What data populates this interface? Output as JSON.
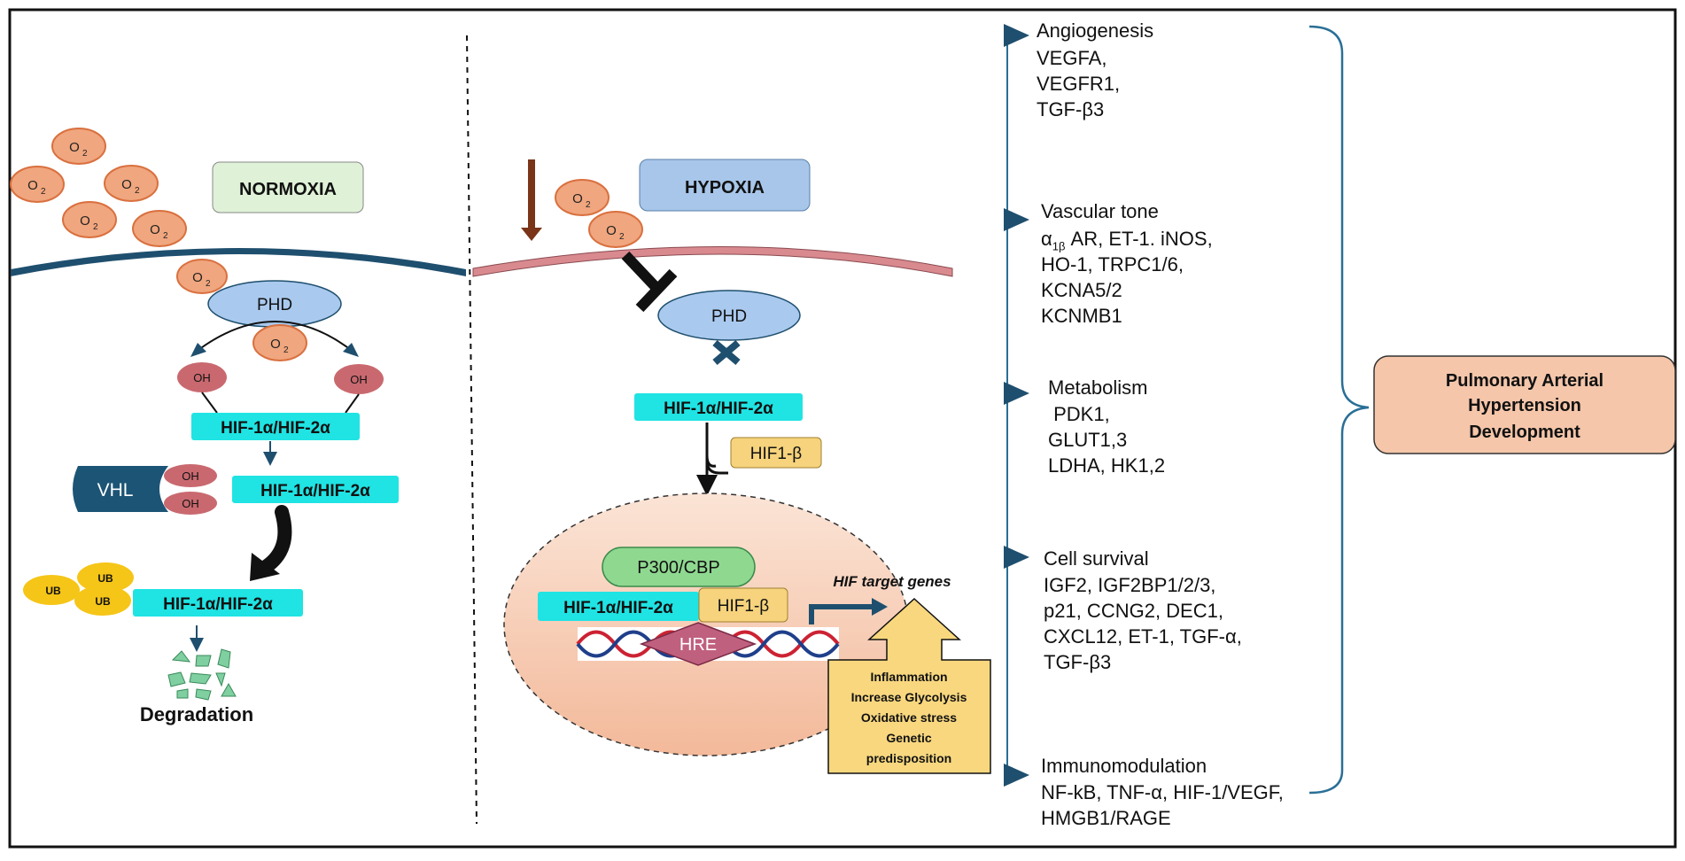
{
  "normoxia": {
    "label": "NORMOXIA",
    "oxygen_label": "O",
    "oxygen_sub": "2",
    "phd_label": "PHD",
    "oh_label": "OH",
    "hif_alpha_label": "HIF-1α/HIF-2α",
    "vhl_label": "VHL",
    "ub_label": "UB",
    "degradation_label": "Degradation"
  },
  "hypoxia": {
    "label": "HYPOXIA",
    "phd_label": "PHD",
    "hif_alpha_label": "HIF-1α/HIF-2α",
    "hif_beta_label": "HIF1-β",
    "p300_label": "P300/CBP",
    "hre_label": "HRE",
    "target_genes_label": "HIF target genes",
    "factors": [
      "Inflammation",
      "Increase Glycolysis",
      "Oxidative stress",
      "Genetic",
      "predisposition"
    ]
  },
  "gene_groups": [
    {
      "title": "Angiogenesis",
      "lines": [
        "VEGFA,",
        "VEGFR1,",
        "TGF-β3"
      ]
    },
    {
      "title": "Vascular tone",
      "lines": [
        "α1β AR, ET-1. iNOS,",
        "HO-1, TRPC1/6,",
        "KCNA5/2",
        "KCNMB1"
      ]
    },
    {
      "title": "Metabolism",
      "lines": [
        " PDK1,",
        "GLUT1,3",
        "LDHA, HK1,2"
      ]
    },
    {
      "title": "Cell survival",
      "lines": [
        "IGF2, IGF2BP1/2/3,",
        "p21, CCNG2, DEC1,",
        "CXCL12, ET-1, TGF-α,",
        "TGF-β3"
      ]
    },
    {
      "title": "Immunomodulation",
      "lines": [
        "NF-kB, TNF-α, HIF-1/VEGF,",
        "HMGB1/RAGE"
      ]
    }
  ],
  "outcome": {
    "lines": [
      "Pulmonary Arterial",
      "Hypertension",
      "Development"
    ]
  },
  "colors": {
    "oxygen_fill": "#f0a67e",
    "oxygen_stroke": "#d9703f",
    "normoxia_box": "#dff2d7",
    "hypoxia_box": "#a7c6ea",
    "phd_fill": "#a9c9ee",
    "oh_fill": "#c9696f",
    "hif_cyan": "#20e3e3",
    "hif_beta": "#f6d37c",
    "vhl_navy": "#1c5475",
    "ub_yellow": "#f5c518",
    "fragment_green": "#7fcfa0",
    "membrane_navy": "#1f4f6e",
    "membrane_pink": "#d98a8f",
    "nucleus_fill": "#f8d3c0",
    "p300_green": "#8fd890",
    "hre_purple": "#c0607f",
    "factors_box": "#f8d77e",
    "outcome_box": "#f5c6aa",
    "bracket_blue": "#2a6f96"
  }
}
